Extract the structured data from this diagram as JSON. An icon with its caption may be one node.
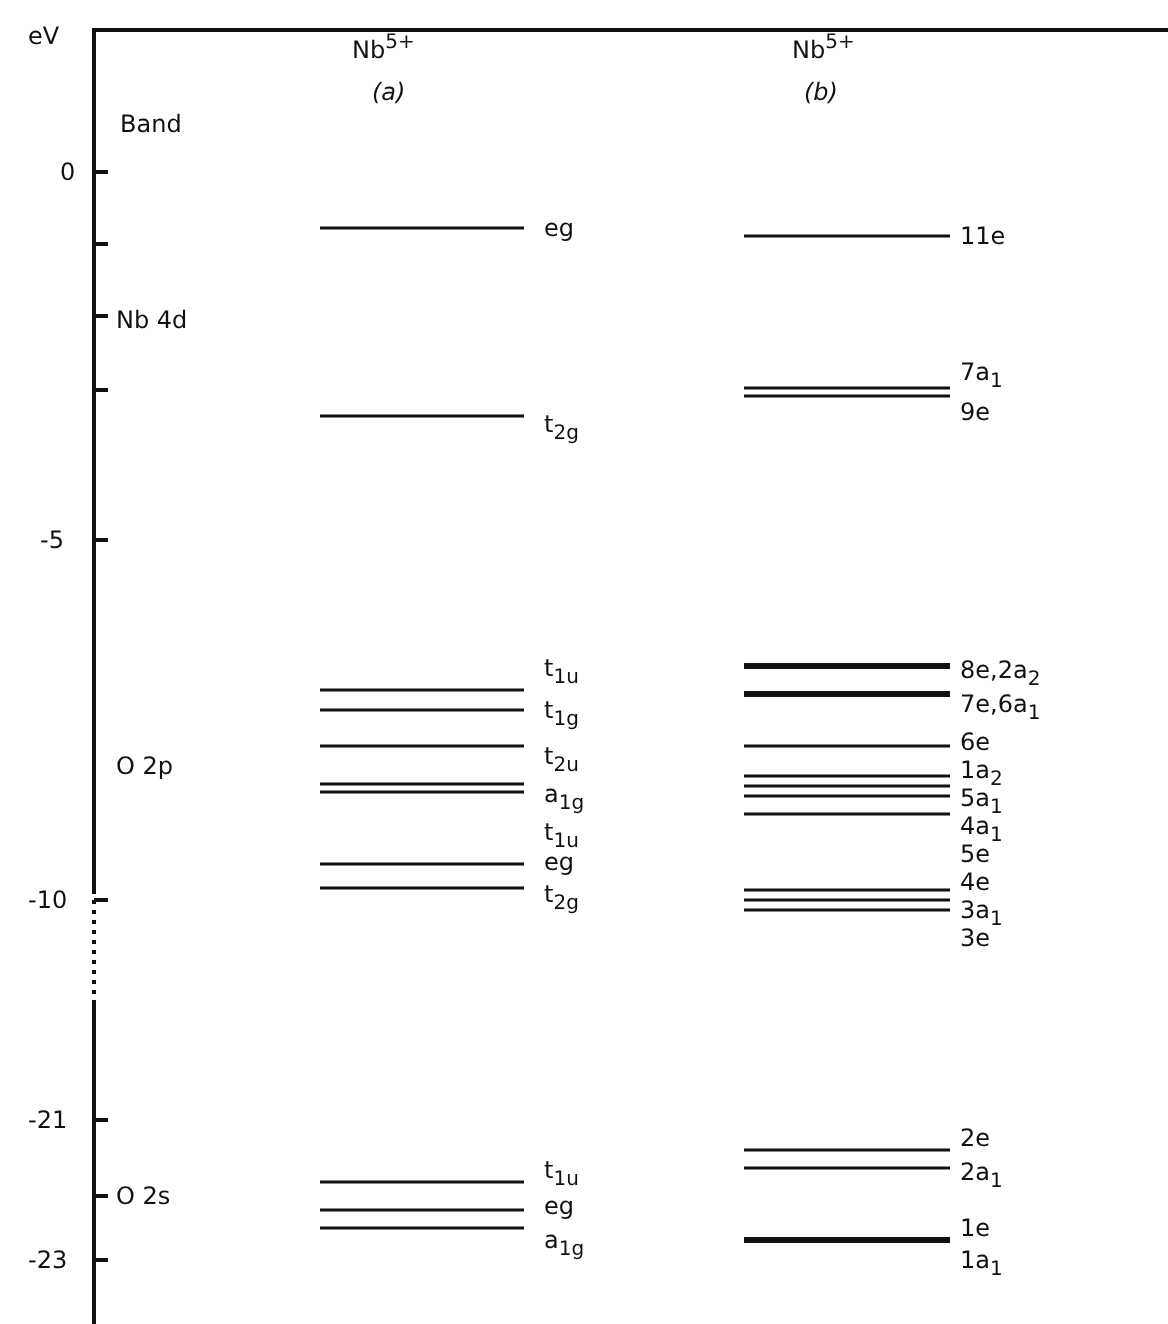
{
  "diagram": {
    "labels": [
      "eV",
      "Nb$^{5+}$",
      "Nb$^{5+}$",
      "Band",
      "(a)",
      "(b)",
      "0",
      "eg",
      "11e",
      "Nb 4d",
      "7a$_{1}$",
      "t$_{2g}$",
      "9e",
      "-5",
      "t$_{1u}$",
      "8e,2a$_{2}$",
      "t$_{1g}$",
      "7e,6a$_{1}$",
      "6e",
      "O 2p",
      "t$_{2u}$",
      "1a$_{2}$",
      "a$_{1g}$",
      "5a$_{1}$",
      "t$_{1u}$",
      "4a$_{1}$",
      "eg",
      "5e",
      "-10",
      "4e",
      "t$_{2g}$",
      "3a$_{1}$",
      "3e",
      "-21",
      "2e",
      "t$_{1u}$",
      "2a$_{1}$",
      "O 2s",
      "eg",
      "a$_{1g}$",
      "1e",
      "-23",
      "1a$_{1}$"
    ]
  }
}
